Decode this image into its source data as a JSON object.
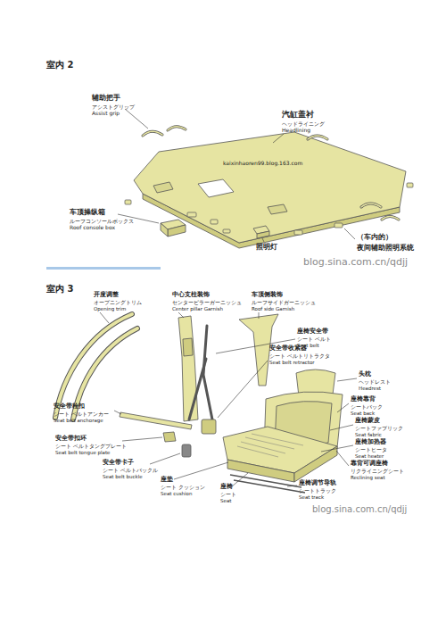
{
  "diagram": {
    "labels": [
      "室内 2",
      "辅助把手",
      "アシストグリップ",
      "Assist grip",
      "汽缸盖衬",
      "ヘッドライニング",
      "Headlining",
      "kaixinhaoren99.blog.163.com",
      "车顶操纵箱",
      "ルーフコンソールボックス",
      "Roof console box",
      "照明灯",
      "（车内的）",
      "夜间辅助照明系统",
      "blog.sina.com.cn/qdjj",
      "室内 3",
      "开度调整",
      "オープニングトリム",
      "Opening trim",
      "中心支柱装饰",
      "センターピラーガーニッシュ",
      "Center pillar Garnish",
      "车顶侧装饰",
      "ルーフサイドガーニッシュ",
      "Roof side Garnish",
      "座椅安全带",
      "シート ベルト",
      "Seat belt",
      "安全带收紧器",
      "シート ベルトリトラクタ",
      "Seat belt retractor",
      "头枕",
      "ヘッドレスト",
      "Headrest",
      "座椅靠背",
      "シートバック",
      "Seat back",
      "座椅蒙皮",
      "シートファブリック",
      "Seat fabric",
      "安全带栓扣",
      "シート ベルトアンカー",
      "Seat belt anchorage",
      "座椅加热器",
      "シートヒータ",
      "Seat heater",
      "安全带扣环",
      "シート ベルトタングプレート",
      "Seat belt tongue plate",
      "靠背可调座椅",
      "リクライニングシート",
      "Reclining seat",
      "安全带卡子",
      "シート ベルトバックル",
      "Seat belt buckle",
      "座垫",
      "シート クッション",
      "Seat cushion",
      "座椅",
      "シート",
      "Seat",
      "座椅调节导轨",
      "シートトラック",
      "Seat track",
      "blog.sina.com.cn/qdjj"
    ]
  }
}
